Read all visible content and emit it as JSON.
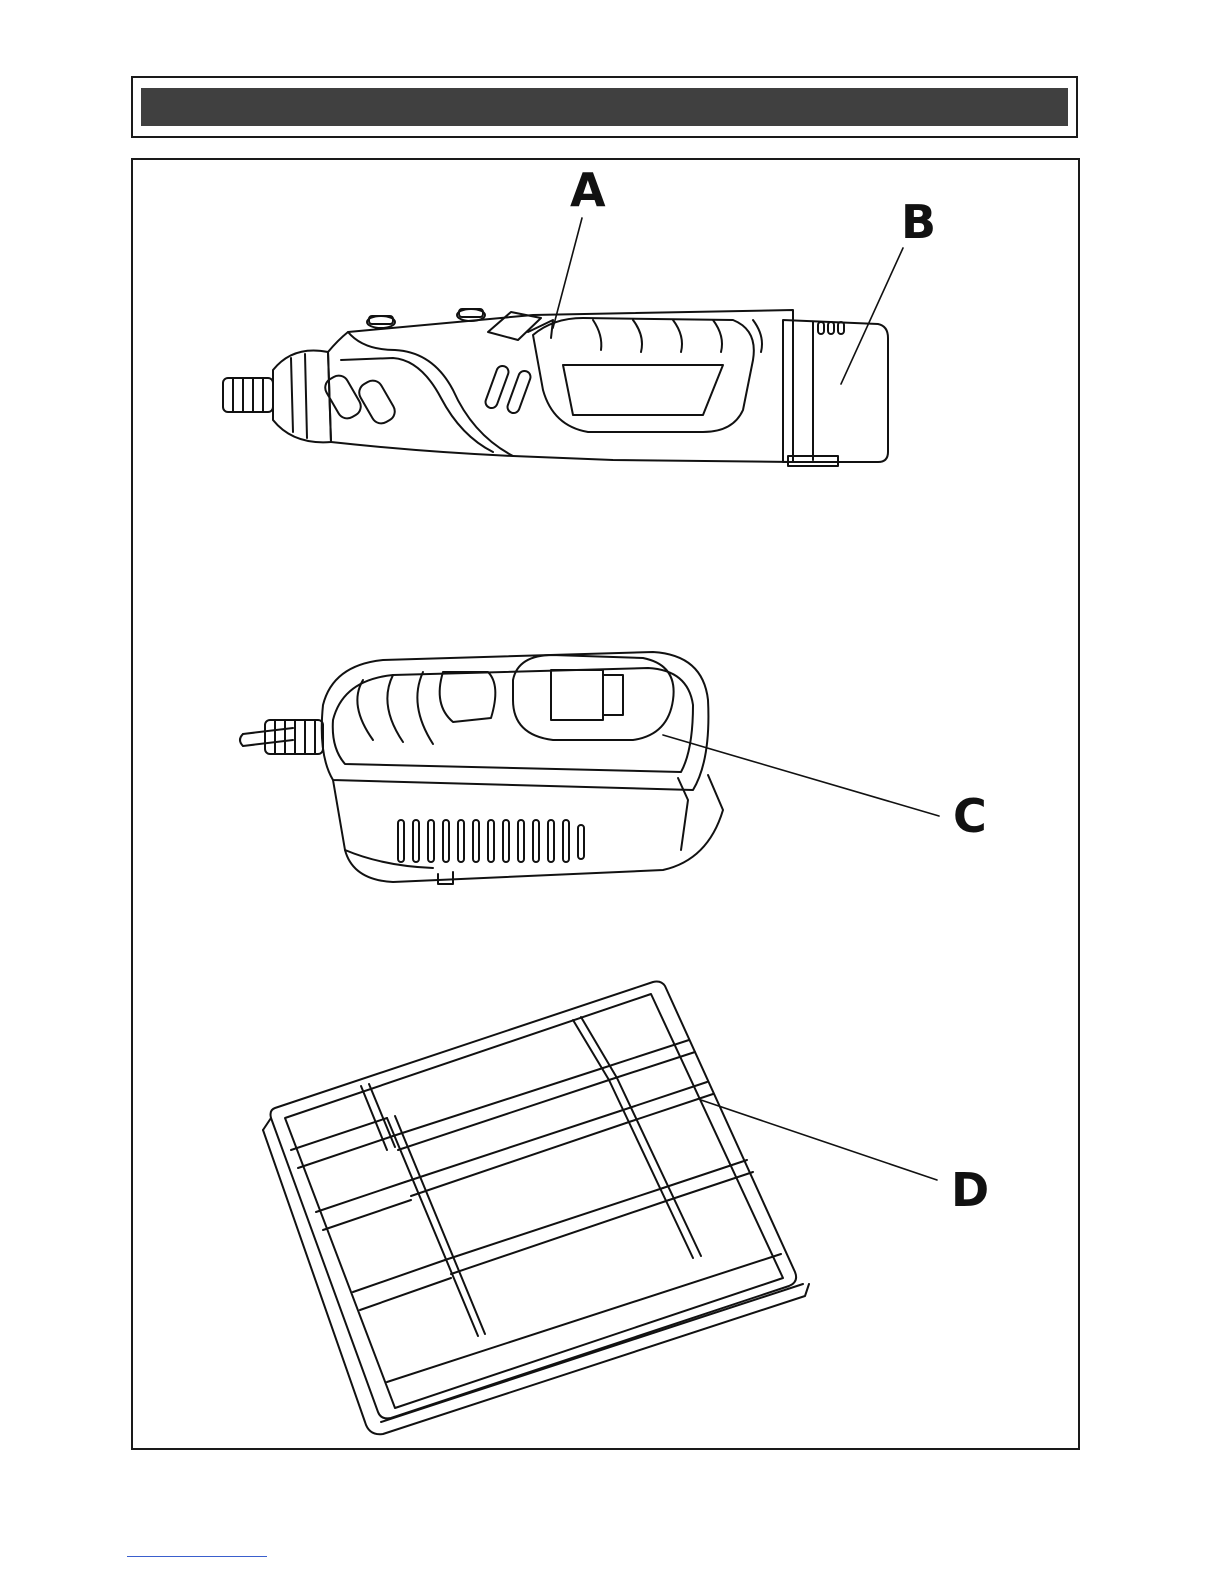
{
  "header": {
    "bar_color": "#404040"
  },
  "callouts": {
    "a": "A",
    "b": "B",
    "c": "C",
    "d": "D"
  },
  "items": [
    {
      "callout": "A",
      "icon": "rotary-tool-switch-icon"
    },
    {
      "callout": "B",
      "icon": "battery-pack-icon"
    },
    {
      "callout": "C",
      "icon": "charger-icon"
    },
    {
      "callout": "D",
      "icon": "storage-case-icon"
    }
  ],
  "colors": {
    "line": "#111111",
    "footer_rule": "#3a5fcd"
  }
}
